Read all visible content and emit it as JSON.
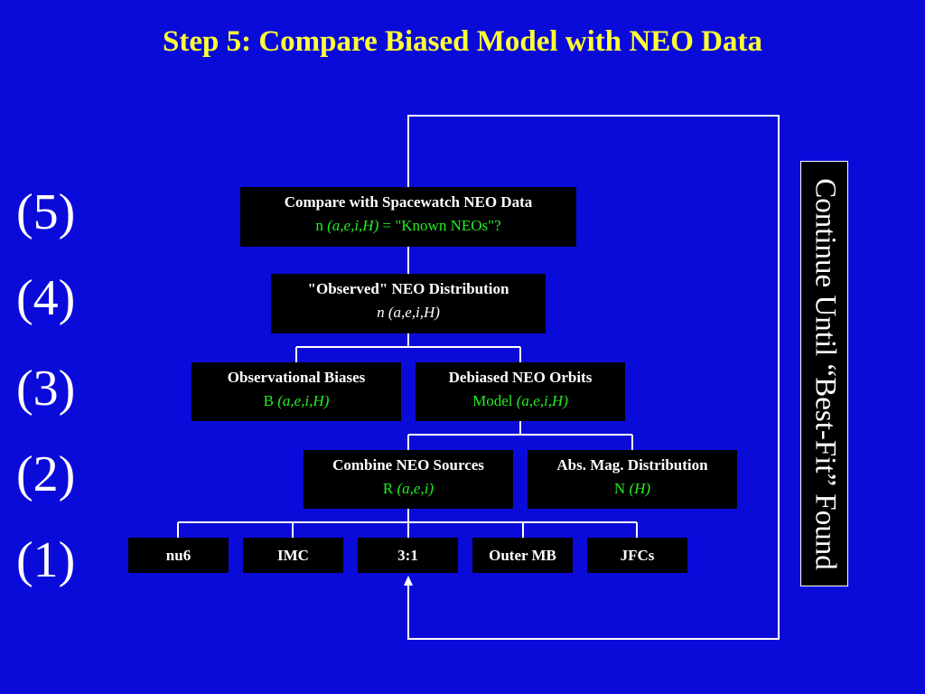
{
  "title": "Step 5: Compare Biased Model with NEO Data",
  "steps": [
    "(5)",
    "(4)",
    "(3)",
    "(2)",
    "(1)"
  ],
  "boxes": {
    "compare": {
      "title": "Compare with Spacewatch NEO Data",
      "pre": "n ",
      "vars": "(a,e,i,H)",
      "post": " = \"Known NEOs\"?"
    },
    "observed": {
      "title": "\"Observed\" NEO Distribution",
      "vars": "n (a,e,i,H)"
    },
    "biases": {
      "title": "Observational Biases",
      "pre": "B ",
      "vars": "(a,e,i,H)"
    },
    "debiased": {
      "title": "Debiased NEO Orbits",
      "pre": "Model ",
      "vars": "(a,e,i,H)"
    },
    "combine": {
      "title": "Combine NEO Sources",
      "pre": "R ",
      "vars": "(a,e,i)"
    },
    "absmag": {
      "title": "Abs. Mag. Distribution",
      "pre": "N ",
      "vars": "(H)"
    }
  },
  "sources": [
    "nu6",
    "IMC",
    "3:1",
    "Outer MB",
    "JFCs"
  ],
  "side_label": "Continue Until “Best-Fit” Found",
  "colors": {
    "background": "#0b0bd9",
    "title": "#ffff33",
    "green": "#22ee22"
  }
}
